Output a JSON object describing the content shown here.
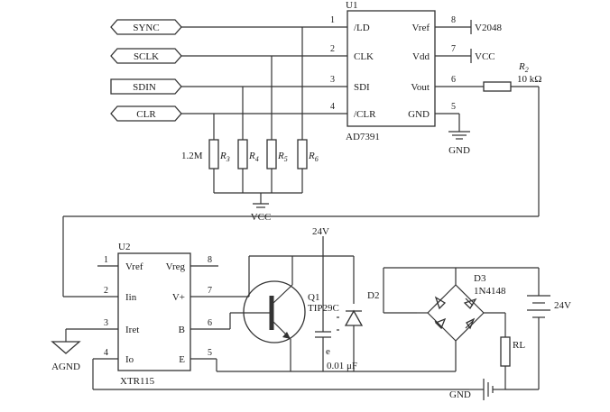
{
  "signals": {
    "sync": "SYNC",
    "sclk": "SCLK",
    "sdin": "SDIN",
    "clr": "CLR"
  },
  "u1": {
    "ref": "U1",
    "part": "AD7391",
    "pins": {
      "p1": "1",
      "p2": "2",
      "p3": "3",
      "p4": "4",
      "p5": "5",
      "p6": "6",
      "p7": "7",
      "p8": "8"
    },
    "left_labels": [
      "/LD",
      "CLK",
      "SDI",
      "/CLR"
    ],
    "right_labels": [
      "Vref",
      "Vdd",
      "Vout",
      "GND"
    ],
    "vref_net": "V2048",
    "vdd_net": "VCC",
    "gnd_net": "GND"
  },
  "pullups": {
    "value": "1.2M",
    "r3": "R",
    "r3s": "3",
    "r4": "R",
    "r4s": "4",
    "r5": "R",
    "r5s": "5",
    "r6": "R",
    "r6s": "6",
    "net": "VCC"
  },
  "r2": {
    "ref": "R",
    "sub": "2",
    "value": "10 kΩ"
  },
  "u2": {
    "ref": "U2",
    "part": "XTR115",
    "pins": {
      "p1": "1",
      "p2": "2",
      "p3": "3",
      "p4": "4",
      "p5": "5",
      "p6": "6",
      "p7": "7",
      "p8": "8"
    },
    "left_labels": [
      "Vref",
      "Iin",
      "Iret",
      "Io"
    ],
    "right_labels": [
      "Vreg",
      "V+",
      "B",
      "E"
    ],
    "agnd": "AGND"
  },
  "q1": {
    "ref": "Q1",
    "part": "TIP29C"
  },
  "supply_24v_top": "24V",
  "cap": {
    "marker": "e",
    "value": "0.01 μF"
  },
  "d2": {
    "ref": "D2"
  },
  "d3": {
    "ref": "D3",
    "part": "1N4148"
  },
  "battery": {
    "label": "24V"
  },
  "rl": {
    "label": "RL"
  },
  "gnd2": {
    "label": "GND"
  }
}
